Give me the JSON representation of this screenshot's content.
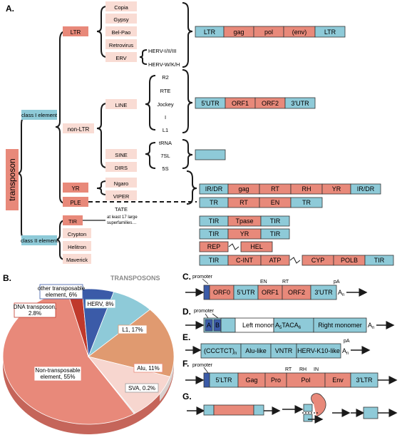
{
  "panel_labels": {
    "a": "A.",
    "b": "B.",
    "c": "C.",
    "d": "D.",
    "e": "E.",
    "f": "F.",
    "g": "G."
  },
  "colors": {
    "salmon": "#e8897a",
    "pink_light": "#f9dcd4",
    "blue": "#8ecad8",
    "blue_dark": "#3b5ba8",
    "slate": "#7f8ea3",
    "line": "#1a1a1a"
  },
  "tree": {
    "root": "transposon",
    "class1": "class I element",
    "class2": "class II element",
    "ltr": "LTR",
    "nonltr": "non-LTR",
    "line": "LINE",
    "sine": "SINE",
    "dirs": "DIRS",
    "ltr_families": [
      "Copia",
      "Gypsy",
      "Bel-Pao",
      "Retrovirus",
      "ERV"
    ],
    "herv": [
      "HERV-I/II/III",
      "HERV-W/K/H"
    ],
    "line_families": [
      "R2",
      "RTE",
      "Jockey",
      "I",
      "L1"
    ],
    "sine_families": [
      "tRNA",
      "7SL",
      "5S"
    ],
    "yr": "YR",
    "ple": "PLE",
    "yr_families": [
      "Ngaro",
      "VIPER"
    ],
    "tate": "TATE",
    "class2_items": [
      "TIR",
      "Crypton",
      "Helitron",
      "Maverick"
    ],
    "tir_note": [
      "at least 17 large",
      "superfamilies…"
    ]
  },
  "structures": {
    "ltr": [
      "LTR",
      "gag",
      "pol",
      "(env)",
      "LTR"
    ],
    "line": [
      "5'UTR",
      "ORF1",
      "ORF2",
      "3'UTR"
    ],
    "yr": [
      "IR/DR",
      "gag",
      "RT",
      "RH",
      "YR",
      "IR/DR"
    ],
    "ple": [
      "TR",
      "RT",
      "EN",
      "TR"
    ],
    "tir": [
      "TIR",
      "Tpase",
      "TIR"
    ],
    "crypton": [
      "TIR",
      "YR",
      "TIR"
    ],
    "helitron": [
      "REP",
      "HEL"
    ],
    "maverick": [
      "TIR",
      "C-INT",
      "ATP",
      "CYP",
      "POLB",
      "TIR"
    ]
  },
  "pie": {
    "title": "TRANSPOSONS",
    "labels": {
      "herv": "HERV, 8%",
      "l1": "L1, 17%",
      "alu": "Alu, 11%",
      "sva": "SVA, 0.2%",
      "nontrans_1": "Non-transposable",
      "nontrans_2": "element, 55%",
      "dna_1": "DNA transposon,",
      "dna_2": "2.8%",
      "other_1": "other transposable",
      "other_2": "element, 6%"
    }
  },
  "chart_data": {
    "type": "pie",
    "title": "TRANSPOSONS",
    "labels": [
      "Non-transposable element",
      "DNA transposon",
      "other transposable element",
      "HERV",
      "L1",
      "Alu",
      "SVA"
    ],
    "values": [
      55,
      2.8,
      6,
      8,
      17,
      11,
      0.2
    ]
  },
  "c": {
    "promoter": "promoter",
    "en": "EN",
    "rt": "RT",
    "pa": "pA",
    "boxes": [
      "ORF0",
      "5'UTR",
      "ORF1",
      "ORF2",
      "3'UTR"
    ],
    "an": "A",
    "an_sub": "n"
  },
  "d": {
    "promoter": "promoter",
    "boxes": [
      "A",
      "B",
      "Left monomer",
      "Right monomer"
    ],
    "mid_a": "A",
    "mid_5a": "5",
    "mid_tac": "TACA",
    "mid_6": "6",
    "an": "A",
    "an_sub": "n"
  },
  "e": {
    "pa": "pA",
    "ccc": "(CCCTCT)",
    "ccc_sub": "n",
    "boxes": [
      "Alu-like",
      "VNTR",
      "HERV-K10-like"
    ],
    "an": "A",
    "an_sub": "n"
  },
  "f": {
    "promoter": "promoter",
    "rt": "RT",
    "rh": "RH",
    "in": "IN",
    "boxes": [
      "5'LTR",
      "Gag",
      "Pro",
      "Pol",
      "Env",
      "3'LTR"
    ]
  }
}
